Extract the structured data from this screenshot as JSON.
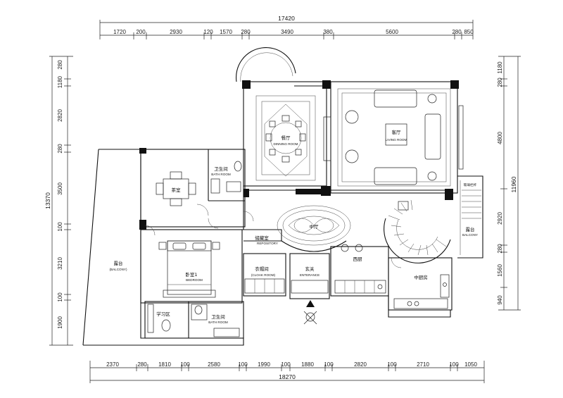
{
  "dimensions": {
    "top_total": "17420",
    "top_segments": [
      "1720",
      "200",
      "2930",
      "120",
      "1570",
      "280",
      "3490",
      "380",
      "5600",
      "280",
      "850"
    ],
    "bottom_total": "18270",
    "bottom_segments": [
      "2370",
      "280",
      "1810",
      "100",
      "2580",
      "100",
      "1990",
      "100",
      "1880",
      "100",
      "2820",
      "100",
      "2710",
      "100",
      "1050"
    ],
    "left_total": "13370",
    "left_segments": [
      "280",
      "1180",
      "2820",
      "280",
      "3500",
      "100",
      "3210",
      "100",
      "1900"
    ],
    "right_total": "11960",
    "right_segments": [
      "1180",
      "280",
      "4800",
      "2920",
      "280",
      "1560",
      "940"
    ]
  },
  "rooms": {
    "dining": {
      "cn": "餐厅",
      "en": "DINNING ROOM"
    },
    "living": {
      "cn": "客厅",
      "en": "LIVING ROOM"
    },
    "bath_top": {
      "cn": "卫生间",
      "en": "BATH ROOM"
    },
    "tea": {
      "cn": "茶室"
    },
    "repository": {
      "cn": "储藏室",
      "en": "REPOSITORY"
    },
    "hall": {
      "cn": "中厅"
    },
    "balcony_left": {
      "cn": "露台",
      "en": "(BALCONY)"
    },
    "balcony_right": {
      "cn": "露台",
      "en": "BALCONY"
    },
    "bedroom": {
      "cn": "卧室1",
      "en": "BEDROOM"
    },
    "cloak": {
      "cn": "衣帽间",
      "en": "(CLOAK ROOM)"
    },
    "entrance": {
      "cn": "玄关",
      "en": "ENTERANCE"
    },
    "west_kitchen": {
      "cn": "西厨"
    },
    "chinese_kitchen": {
      "cn": "中厨房"
    },
    "study": {
      "cn": "学习区"
    },
    "bath_bottom": {
      "cn": "卫生间",
      "en": "BATH ROOM"
    },
    "railing": {
      "cn": "玻璃栏杆"
    }
  }
}
